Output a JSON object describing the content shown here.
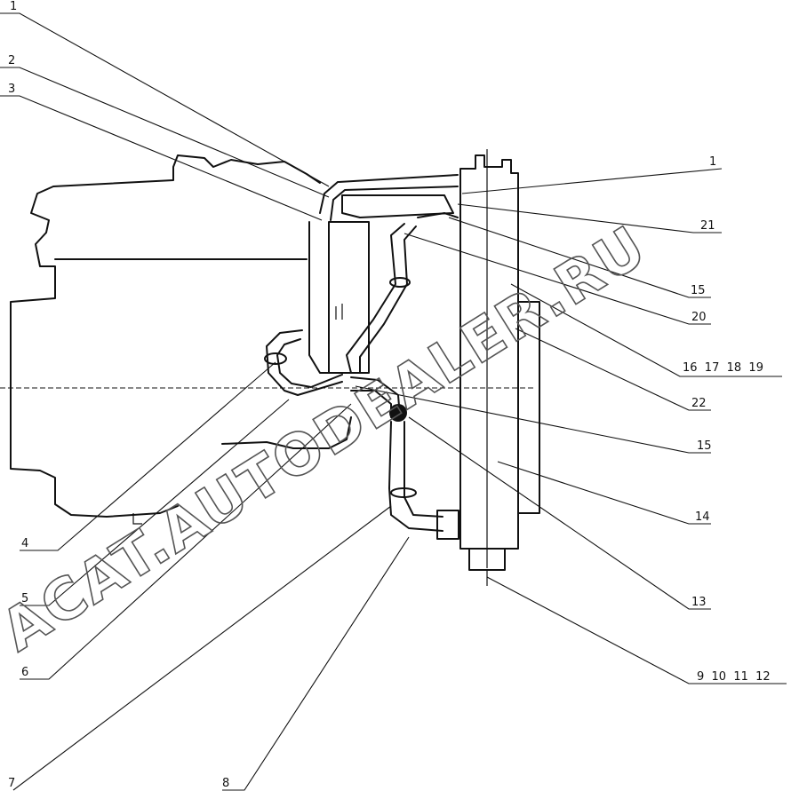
{
  "callouts": [
    {
      "id": "c1-left",
      "label": "1"
    },
    {
      "id": "c2",
      "label": "2"
    },
    {
      "id": "c3",
      "label": "3"
    },
    {
      "id": "c4",
      "label": "4"
    },
    {
      "id": "c5",
      "label": "5"
    },
    {
      "id": "c6",
      "label": "6"
    },
    {
      "id": "c7",
      "label": "7"
    },
    {
      "id": "c8",
      "label": "8"
    },
    {
      "id": "c1-right",
      "label": "1"
    },
    {
      "id": "c21",
      "label": "21"
    },
    {
      "id": "c15-top",
      "label": "15"
    },
    {
      "id": "c20",
      "label": "20"
    },
    {
      "id": "c16-19",
      "label": "16  17  18  19"
    },
    {
      "id": "c22",
      "label": "22"
    },
    {
      "id": "c15-mid",
      "label": "15"
    },
    {
      "id": "c14",
      "label": "14"
    },
    {
      "id": "c13",
      "label": "13"
    },
    {
      "id": "c9-12",
      "label": "9  10  11  12"
    }
  ],
  "watermark": "ACAT.AUTODEALER.RU"
}
